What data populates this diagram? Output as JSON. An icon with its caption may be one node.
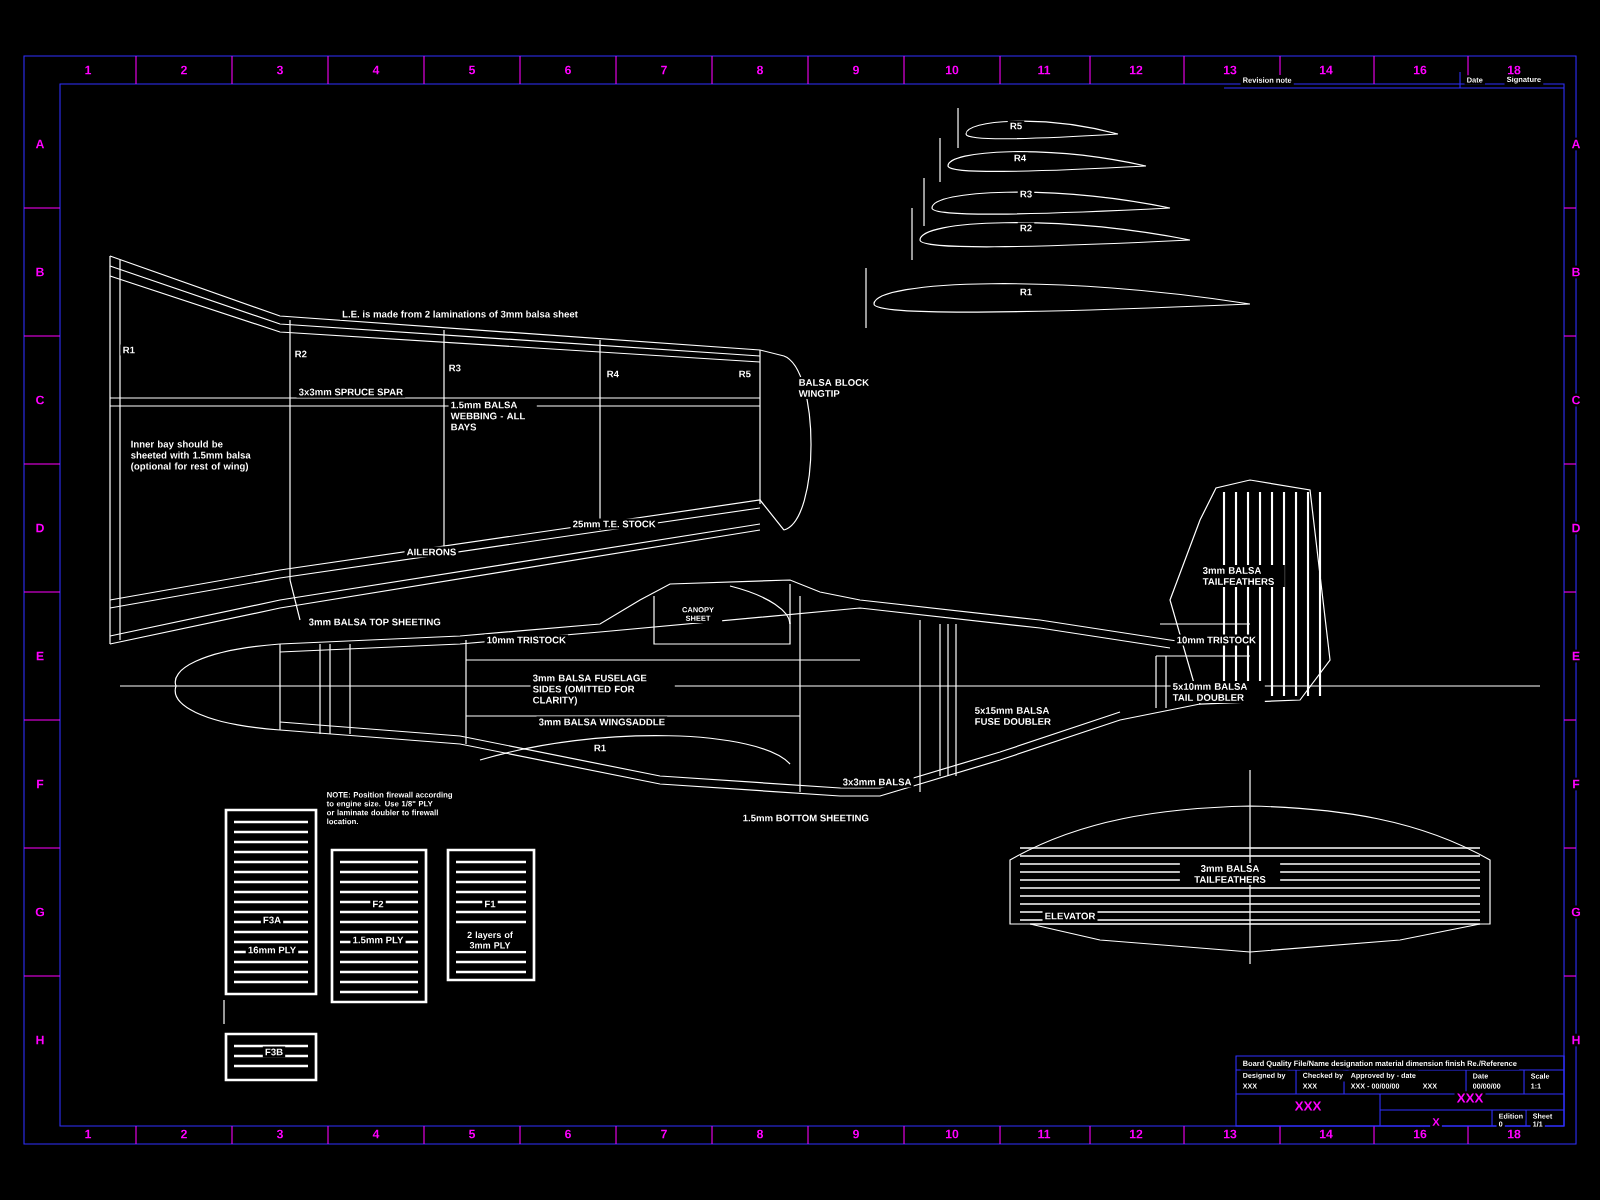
{
  "diagram": {
    "labels": [
      "L.E. is made from 2 laminations of 3mm balsa sheet",
      "R1",
      "R2",
      "R3",
      "R4",
      "R5",
      "BALSA BLOCK WINGTIP",
      "3x3mm SPRUCE SPAR",
      "1.5mm BALSA WEBBING - ALL BAYS",
      "Inner bay should be sheeted with 1.5mm balsa (optional for rest of wing)",
      "25mm T.E. STOCK",
      "AILERONS",
      "R5",
      "R4",
      "R3",
      "R2",
      "R1",
      "3mm BALSA TOP SHEETING",
      "10mm TRISTOCK",
      "CANOPY SHEET",
      "3mm BALSA FUSELAGE SIDES (OMITTED FOR CLARITY)",
      "3mm BALSA WINGSADDLE",
      "R1",
      "3x3mm BALSA",
      "1.5mm BOTTOM SHEETING",
      "5x15mm BALSA FUSE DOUBLER",
      "3mm BALSA TAILFEATHERS",
      "10mm TRISTOCK",
      "5x10mm BALSA TAIL DOUBLER",
      "3mm BALSA TAILFEATHERS",
      "ELEVATOR",
      "NOTE: Position firewall according to engine size. Use 1/8\" PLY or laminate doubler to firewall location.",
      "F3A",
      "16mm PLY",
      "F2",
      "1.5mm PLY",
      "F1",
      "2 layers of 3mm PLY",
      "F3B",
      "Board Quality File/Name designation material dimension finish Re./Reference",
      "Designed by",
      "XXX",
      "Checked by",
      "XXX",
      "Approved by - date",
      "XXX - 00/00/00",
      "XXX",
      "Date",
      "00/00/00",
      "Scale",
      "1:1",
      "XXX",
      "XXX",
      "X",
      "Edition",
      "0",
      "Sheet",
      "1/1",
      "Revision note",
      "Date",
      "Signature",
      "1",
      "2",
      "3",
      "4",
      "5",
      "6",
      "7",
      "8",
      "9",
      "10",
      "11",
      "12",
      "13",
      "14",
      "16",
      "18",
      "A",
      "B",
      "C",
      "D",
      "E",
      "F",
      "G",
      "H",
      "A",
      "B",
      "C",
      "D",
      "E",
      "F",
      "G",
      "H",
      "1",
      "2",
      "3",
      "4",
      "5",
      "6",
      "7",
      "8",
      "9",
      "10",
      "11",
      "12",
      "13",
      "14",
      "16",
      "18"
    ]
  }
}
